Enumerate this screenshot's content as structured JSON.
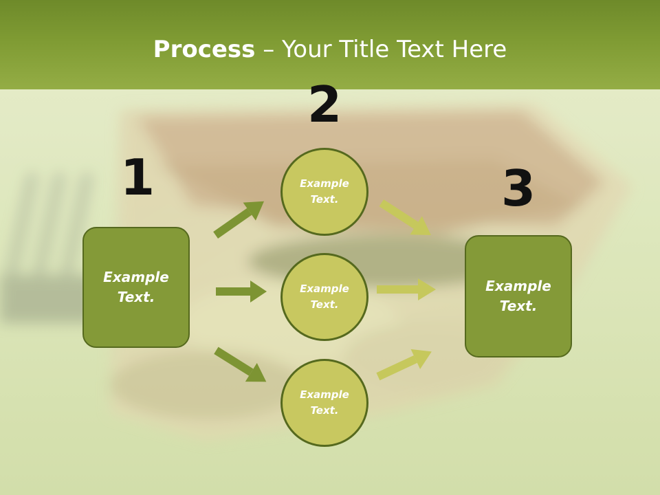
{
  "title": {
    "bold": "Process",
    "dash": " – ",
    "rest": "Your Title Text Here"
  },
  "steps": {
    "one": "1",
    "two": "2",
    "three": "3"
  },
  "left_box": {
    "label_line1": "Example",
    "label_line2": "Text."
  },
  "right_box": {
    "label_line1": "Example",
    "label_line2": "Text."
  },
  "circles": [
    {
      "label_line1": "Example",
      "label_line2": "Text."
    },
    {
      "label_line1": "Example",
      "label_line2": "Text."
    },
    {
      "label_line1": "Example",
      "label_line2": "Text."
    }
  ],
  "colors": {
    "title_band": "#7f9b33",
    "box_fill": "#849a38",
    "circle_fill": "#c8c860",
    "outline": "#55691e",
    "arrow_dark": "#7d9433",
    "arrow_light": "#c6c85c"
  }
}
